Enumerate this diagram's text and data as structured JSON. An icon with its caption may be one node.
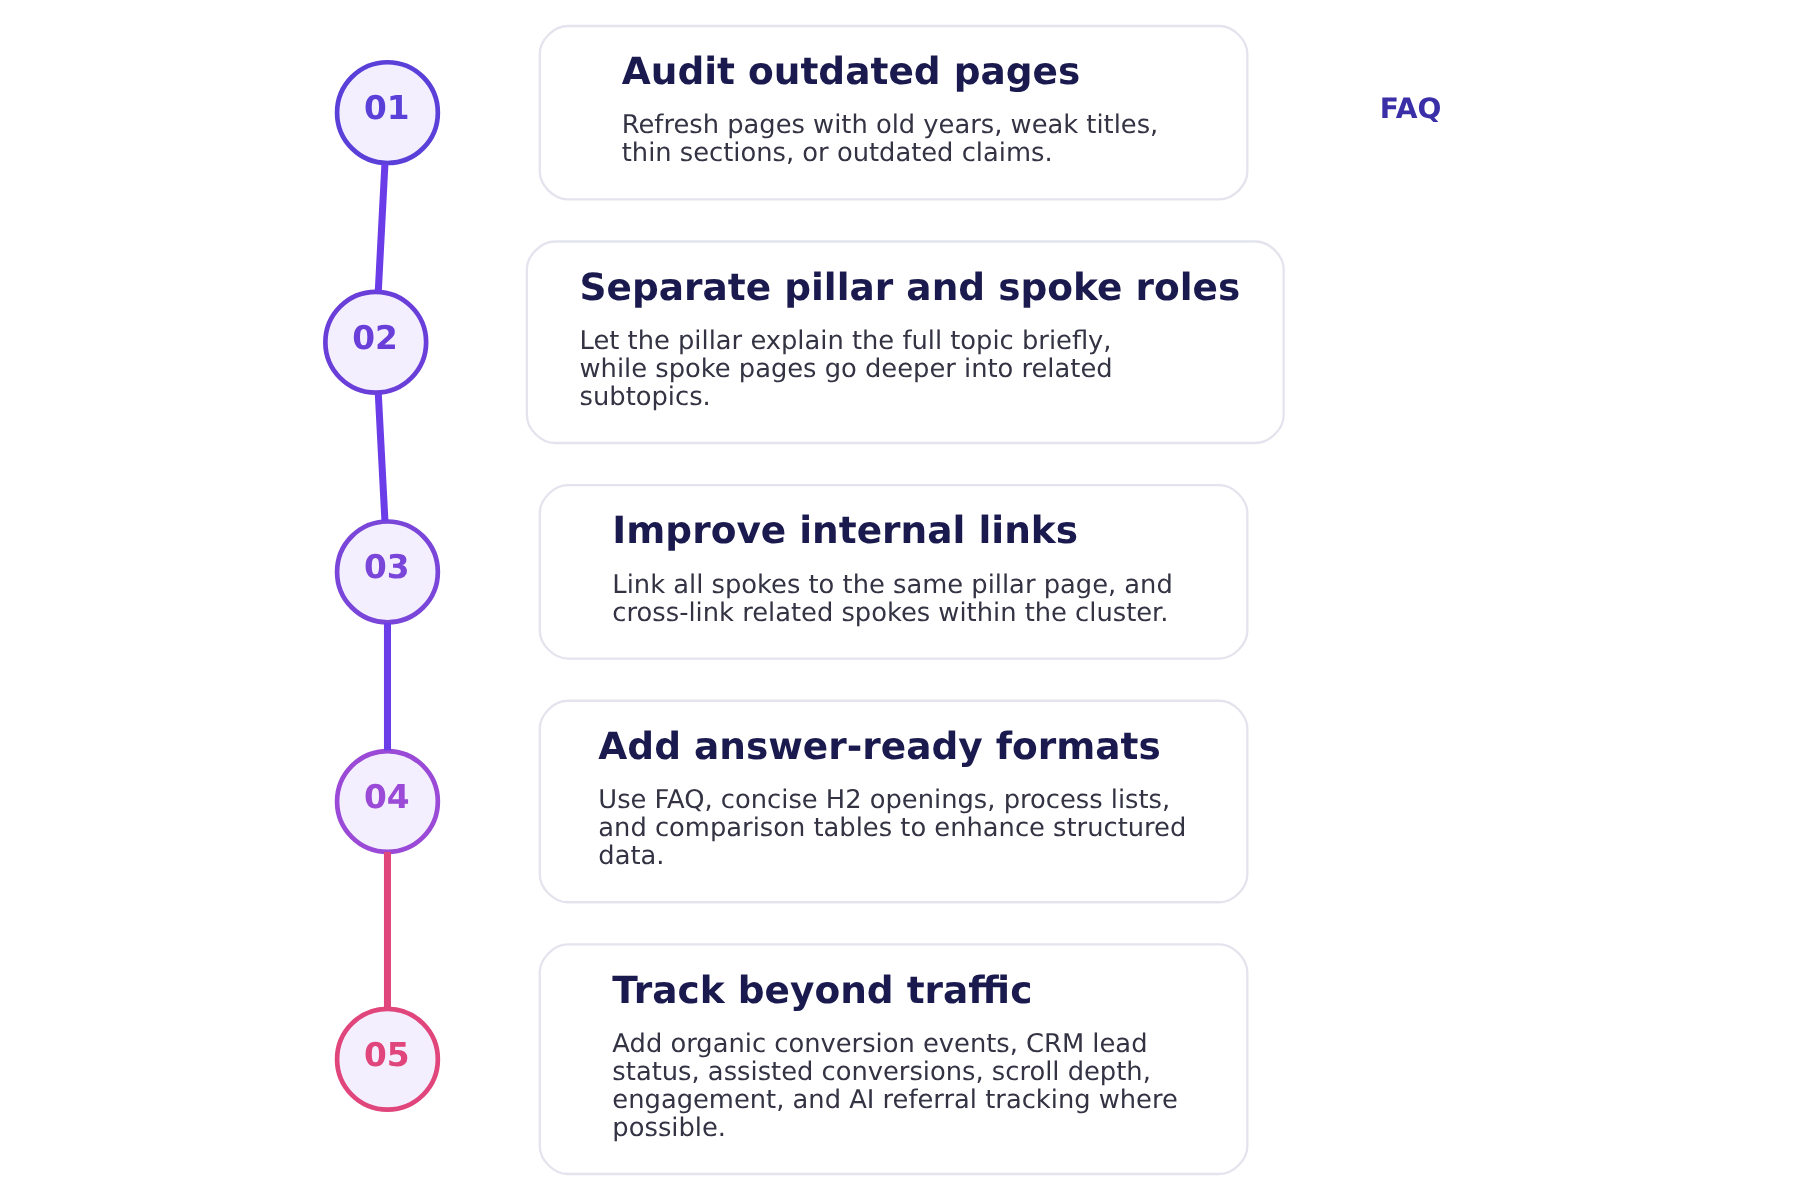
{
  "diagram": {
    "nodes": [
      {
        "text": [
          "01"
        ]
      },
      {
        "text": [
          "Audit outdated pages",
          "Refresh pages with old years, weak titles, thin sections, or outdated claims."
        ]
      },
      {
        "text": [
          "02"
        ]
      },
      {
        "text": [
          "Separate pillar and spoke roles",
          "Let the pillar explain the full topic briefly, while spoke pages go deeper into related subtopics."
        ]
      },
      {
        "text": [
          "03"
        ]
      },
      {
        "text": [
          "Improve internal links",
          "Link all spokes to the same pillar page, and cross-link related spokes within the cluster."
        ]
      },
      {
        "text": [
          "04"
        ]
      },
      {
        "text": [
          "Add answer-ready formats",
          "Use FAQ, concise H2 openings, process lists, and comparison tables to enhance structured data."
        ]
      },
      {
        "text": [
          "05"
        ]
      },
      {
        "text": [
          "Track beyond traffic",
          "Add organic conversion events, CRM lead status, assisted conversions, scroll depth, engagement, and AI referral tracking where possible."
        ]
      }
    ],
    "edges": [
      {
        "from": 0,
        "to": 2,
        "arrow": "none"
      },
      {
        "from": 2,
        "to": 4,
        "arrow": "none"
      },
      {
        "from": 4,
        "to": 6,
        "arrow": "none"
      },
      {
        "from": 6,
        "to": 8,
        "arrow": "none",
        "color": "#e0457b"
      }
    ],
    "labels": [
      "FAQ"
    ]
  }
}
